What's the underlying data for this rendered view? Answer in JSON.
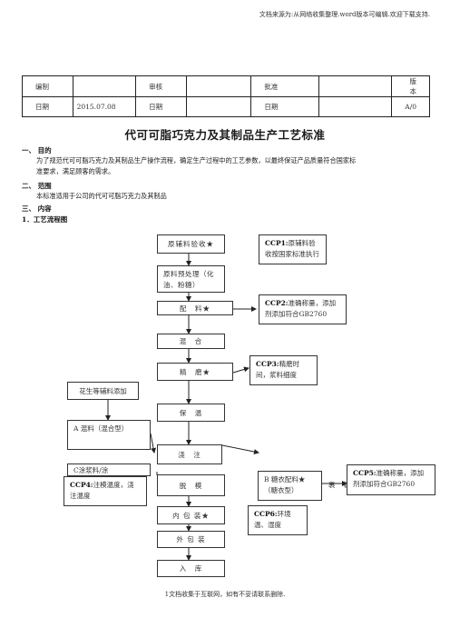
{
  "header_note": "文档来源为:从网络收集整理.word版本可编辑.欢迎下载支持.",
  "meta_table": {
    "row1": [
      "编制",
      "",
      "审核",
      "",
      "批准",
      "",
      "版本"
    ],
    "row2": [
      "日期",
      "2015.07.08",
      "日期",
      "",
      "日期",
      "",
      "A/0"
    ]
  },
  "title": "代可可脂巧克力及其制品生产工艺标准",
  "sections": {
    "s1_heading": "一、 目的",
    "s1_text_line1": "为了规范代可可脂巧克力及其制品生产操作流程，确定生产过程中的工艺参数，以最终保证产品质量符合国家标",
    "s1_text_line2": "准要求，满足顾客的需求。",
    "s2_heading": "二、 范围",
    "s2_text": "本标准适用于公司的代可可脂巧克力及其制品",
    "s3_heading": "三、 内容",
    "s3_sub": "1．工艺流程图"
  },
  "flow": {
    "step1": "原辅料验收★",
    "step2": "原料预处理（化油、粉糖）",
    "step3": "配　料★",
    "step4": "混　合",
    "step5": "精　磨★",
    "step6": "保　温",
    "step7": "浇　注",
    "step8": "脱　模",
    "step9": "内 包 装★",
    "step10": "外 包 装",
    "step11": "入　库",
    "side_add": "花生等辅料添加",
    "side_a": "A 混料（混合型）",
    "side_c": "C涂浆料/涂",
    "side_b": "B 糖衣配料★（糖衣型）",
    "side_coat": "裹　糖"
  },
  "ccp": {
    "ccp1_label": "CCP1:",
    "ccp1_text": "原辅料验收按国家标准执行",
    "ccp2_label": "CCP2:",
    "ccp2_text": "准确称量，添加剂添加符合GB2760",
    "ccp3_label": "CCP3:",
    "ccp3_text": "精磨时间，浆料细度",
    "ccp4_label": "CCP4:",
    "ccp4_text": "注模温度，浇注温度",
    "ccp5_label": "CCP5:",
    "ccp5_text": "准确称量，添加剂添加符合GB2760",
    "ccp6_label": "CCP6:",
    "ccp6_text": "环境温、湿度"
  },
  "footer": "1文档收集于互联网，如有不妥请联系删除."
}
